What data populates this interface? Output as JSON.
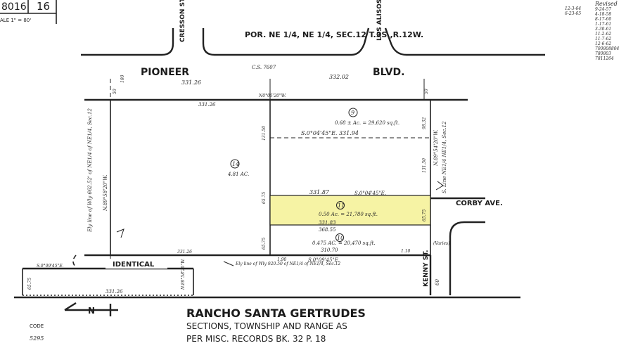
{
  "header": {
    "book_no": "8016",
    "page_no": "16",
    "scale_label": "ALE 1\" = 80'",
    "title": "POR. NE 1/4, NE 1/4, SEC.12 T.3S.,R.12W."
  },
  "revised": {
    "label": "Revised",
    "dates": [
      "12-3-64",
      "6-23-65",
      "9-24-57",
      "4-18-58",
      "8-17-60",
      "1-17-61",
      "3-30-61",
      "11-2-62",
      "11-7-62",
      "12-6-62",
      "700808804",
      "780803",
      "7811264"
    ]
  },
  "streets": {
    "cresson": "CRESSON ST.",
    "los_alisos": "LOS ALISOS CIR.",
    "pioneer": "PIONEER",
    "blvd": "BLVD.",
    "corby": "CORBY AVE.",
    "kenny": "KENNY ST.",
    "kenny_width": "60"
  },
  "survey": {
    "cs": "C.S. 7607",
    "top_left": "331.26",
    "top_right": "332.02",
    "north_bearing": "N0°05'20\"W.",
    "line_331_26": "331.26",
    "row_9_bearing": "S.0°04'45\"E. 331.94",
    "lower_331_87": "331.87",
    "lower_bearing": "S.0°04'45\"E.",
    "row_331_83": "331.83",
    "row_368_55": "368.55",
    "bottom_310_70": "310.70",
    "bottom_bearing": "S.0°09'45\"E.",
    "bottom_331_26": "331.26",
    "mid_1_90": "1.90",
    "mid_1_10": "1.10",
    "east_98_32": "98.32",
    "east_131_50": "131.50",
    "east_65_75": "65.75",
    "east_bearing": "N.89°54'20\"W.",
    "west_bearing": "N.89°58'20\"W.",
    "west_line_note": "Ely line of Wly 662.52' of NE1/4 of NE1/4, Sec.12",
    "s_line_note": "S. Line NE1/4 NE1/4, Sec.12",
    "ely_line_note": "Ely line of Wly 920.50 of NE1/4 of NE1/4, Sec.12",
    "v50_a": "50",
    "v50_b": "50",
    "v100": "100",
    "varies": "(Varies)",
    "identical": "IDENTICAL",
    "ident_bearing": "S.0°09'45\"E.",
    "ident_331_26": "331.26",
    "ident_65_75": "65.75",
    "ident_nbearing": "N.89°58'20\"W."
  },
  "parcels": [
    {
      "number": "9",
      "area": "0.68 ± Ac. = 29,620 sq.ft."
    },
    {
      "number": "14",
      "area": "4.81 AC."
    },
    {
      "number": "11",
      "area": "0.50 Ac. = 21,780 sq.ft."
    },
    {
      "number": "10",
      "area": "0.475 AC. = 20,470 sq.ft."
    }
  ],
  "highlight_color": "#f6f3a4",
  "footer": {
    "line1": "RANCHO SANTA GERTRUDES",
    "line2": "SECTIONS, TOWNSHIP AND RANGE AS",
    "line3": "PER MISC. RECORDS BK. 32 P. 18",
    "code_label": "CODE",
    "code_value": "5295",
    "north_arrow": "N"
  }
}
